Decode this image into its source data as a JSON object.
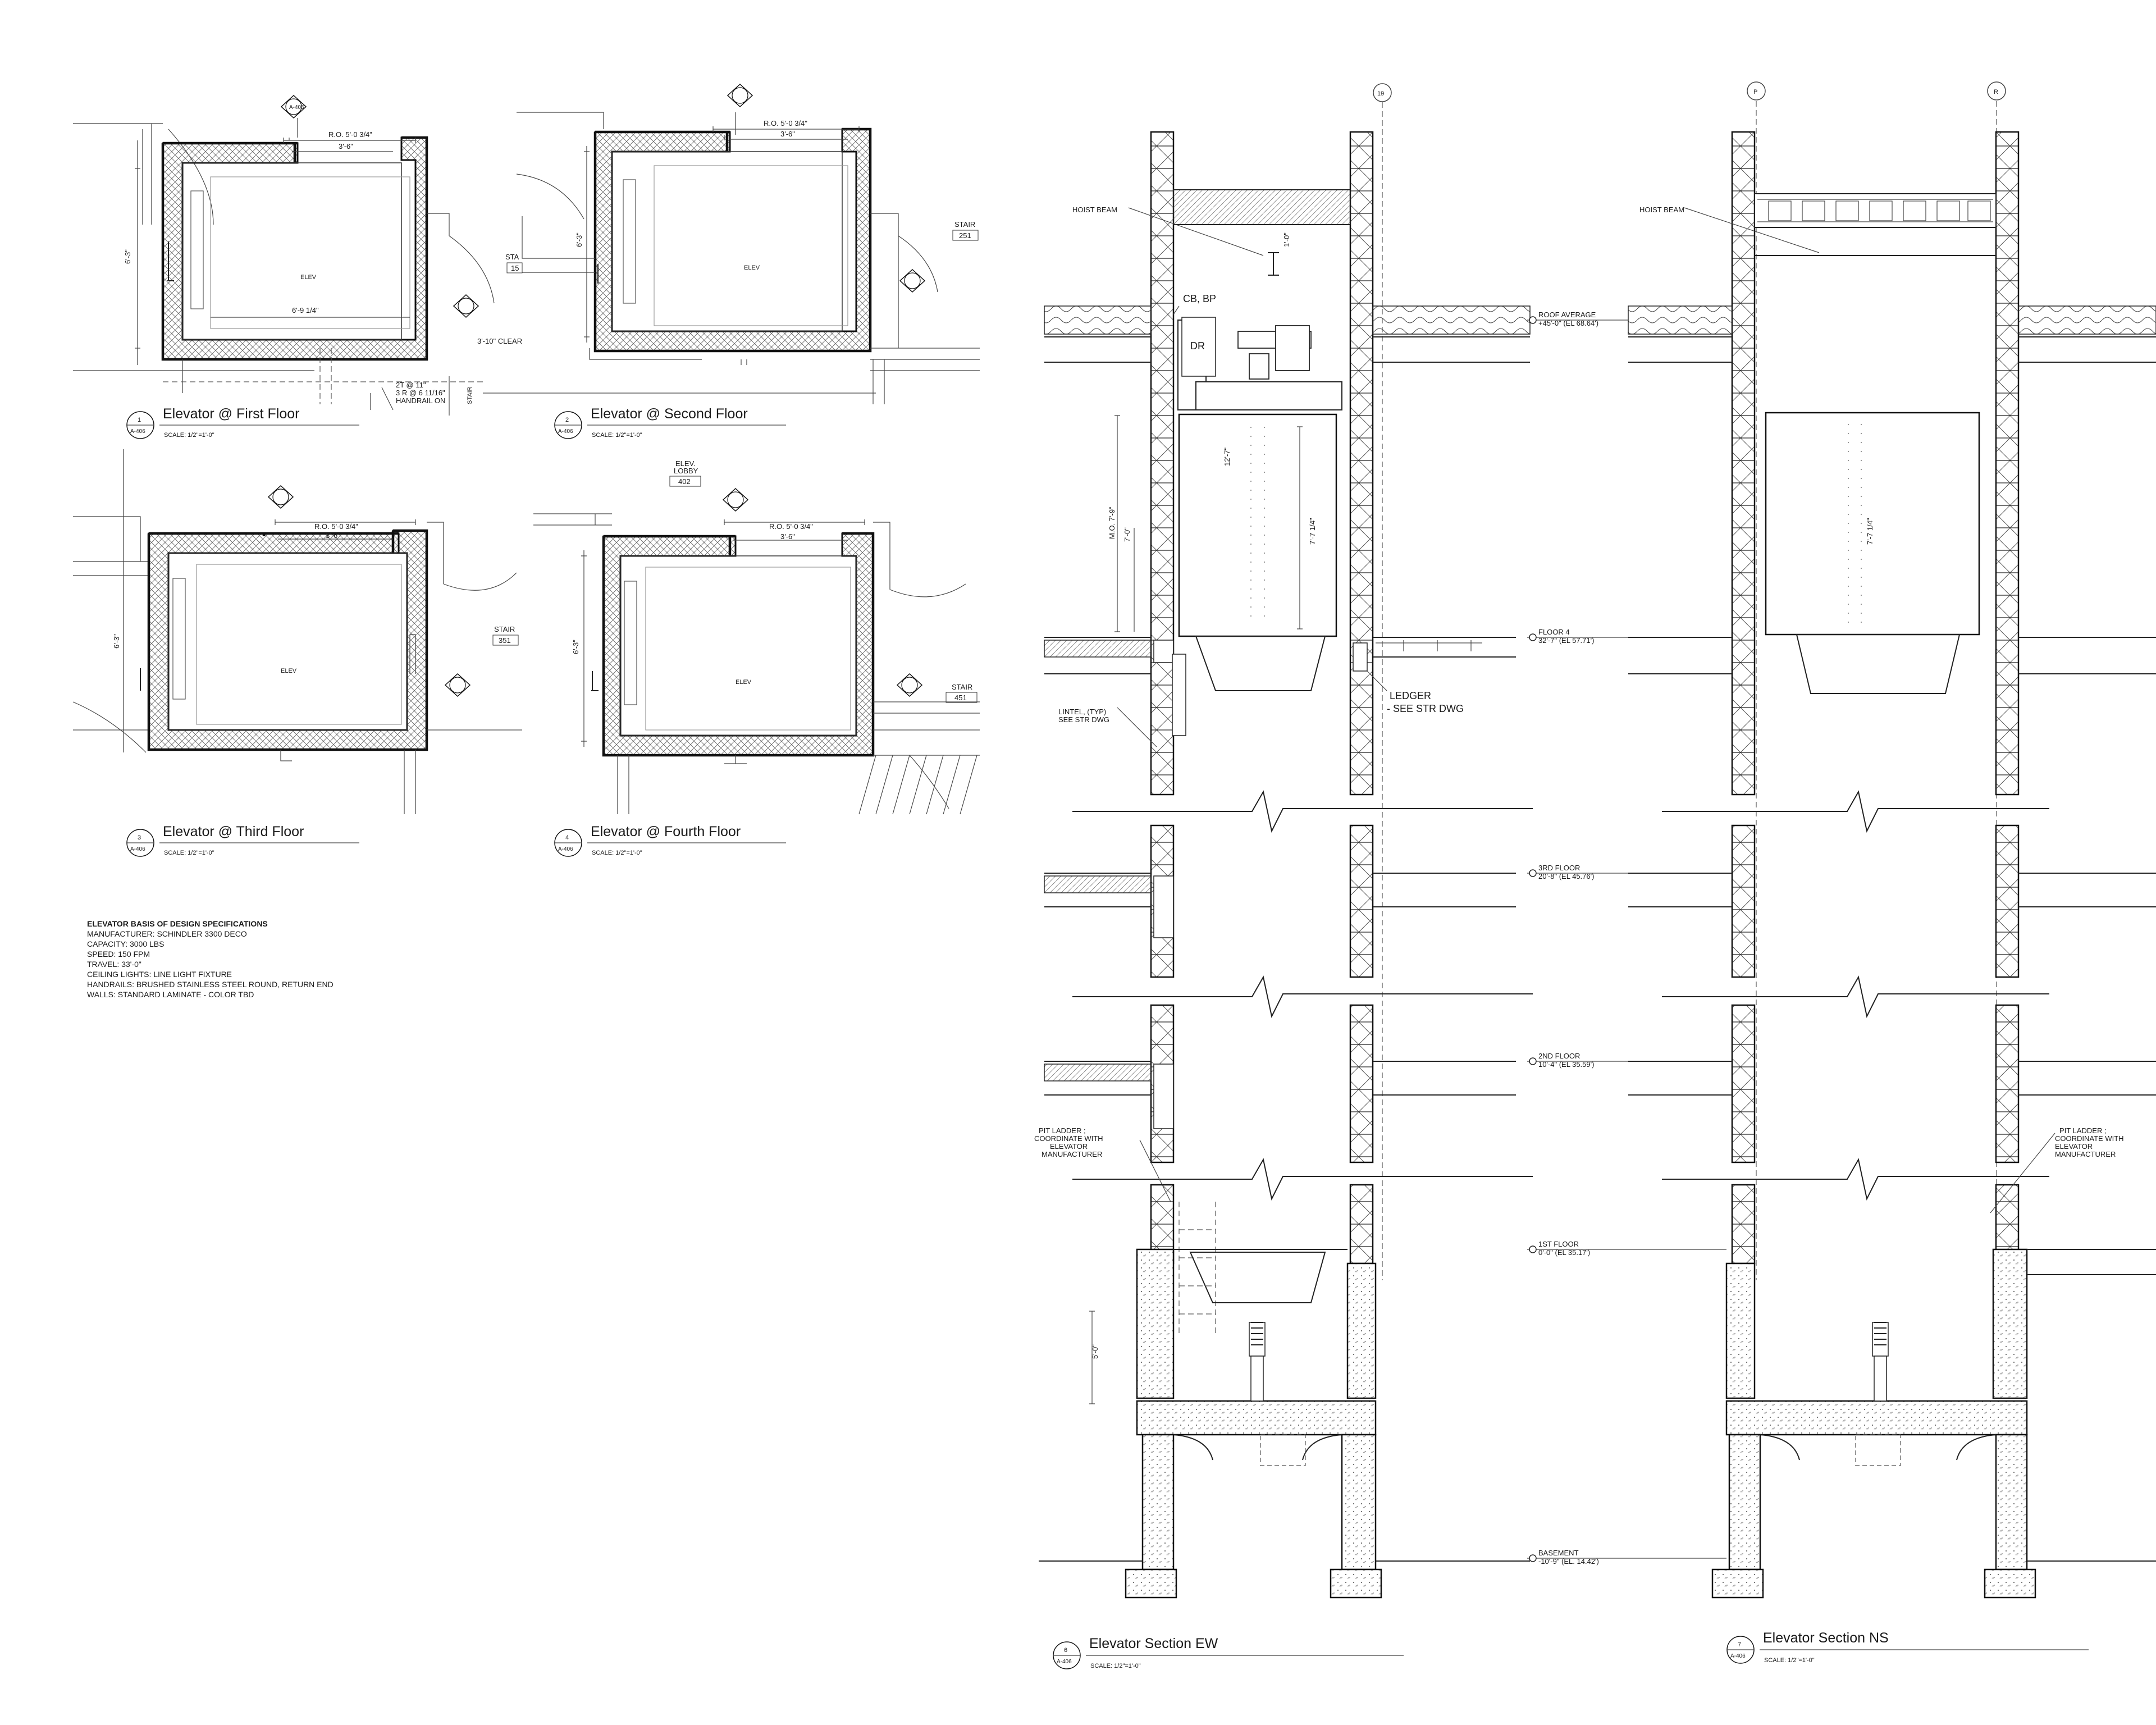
{
  "plans": [
    {
      "num": "1",
      "sheet": "A-406",
      "title": "Elevator @ First Floor",
      "scale": "SCALE: 1/2\"=1'-0\"",
      "room": "ELEV",
      "ro": "R.O. 5'-0 3/4\"",
      "door": "3'-6\"",
      "depth": "6'-3\""
    },
    {
      "num": "2",
      "sheet": "A-406",
      "title": "Elevator @ Second Floor",
      "scale": "SCALE: 1/2\"=1'-0\"",
      "room": "ELEV",
      "ro": "R.O. 5'-0 3/4\"",
      "door": "3'-6\"",
      "depth": "6'-3\""
    },
    {
      "num": "3",
      "sheet": "A-406",
      "title": "Elevator @ Third Floor",
      "scale": "SCALE: 1/2\"=1'-0\"",
      "room": "ELEV",
      "ro": "R.O. 5'-0 3/4\"",
      "door": "3'-6\"",
      "depth": "6'-3\""
    },
    {
      "num": "4",
      "sheet": "A-406",
      "title": "Elevator @ Fourth Floor",
      "scale": "SCALE: 1/2\"=1'-0\"",
      "room": "ELEV",
      "ro": "R.O. 5'-0 3/4\"",
      "door": "3'-6\"",
      "depth": "6'-3\""
    }
  ],
  "plan_notes": {
    "p1_width": "6'-9 1/4\"",
    "p1_clear": "3'-10\" CLEAR",
    "p1_stair1": "2T @ 11\"",
    "p1_stair2": "3 R @ 6 11/16\"",
    "p1_stair3": "HANDRAIL ON",
    "p1_tag": "STAIR",
    "p2_stair_left": "STA",
    "p2_stair_left_num": "15",
    "p2_stair": "STAIR",
    "p2_stair_num": "251",
    "p3_stair": "STAIR",
    "p3_stair_num": "351",
    "p4_lobby1": "ELEV.",
    "p4_lobby2": "LOBBY",
    "p4_lobby_num": "402",
    "p4_stair": "STAIR",
    "p4_stair_num": "451"
  },
  "specs": {
    "heading": "ELEVATOR BASIS OF DESIGN SPECIFICATIONS",
    "lines": [
      "MANUFACTURER:  SCHINDLER 3300 DECO",
      "CAPACITY: 3000 LBS",
      "SPEED: 150 FPM",
      "TRAVEL: 33'-0\"",
      "CEILING LIGHTS: LINE LIGHT FIXTURE",
      "HANDRAILS: BRUSHED STAINLESS STEEL ROUND, RETURN END",
      "WALLS: STANDARD LAMINATE - COLOR TBD"
    ]
  },
  "section_ew": {
    "num": "6",
    "sheet": "A-406",
    "title": "Elevator Section EW",
    "scale": "SCALE: 1/2\"=1'-0\"",
    "grid": "19",
    "hoist": "HOIST BEAM",
    "hoist_dim": "1'-0\"",
    "cbbp": "CB, BP",
    "dr": "DR",
    "mo": "M.O. 7'-9\"",
    "mo_dim": "7'-0\"",
    "cab_dim": "12'-7\"",
    "cab_h": "7'-7 1/4\"",
    "lintel1": "LINTEL, (TYP)",
    "lintel2": "SEE STR DWG",
    "ledger1": "LEDGER",
    "ledger2": "- SEE STR DWG",
    "pit1": "PIT LADDER ;",
    "pit2": "COORDINATE WITH",
    "pit3": "ELEVATOR",
    "pit4": "MANUFACTURER",
    "pit_dim": "5'-0\""
  },
  "section_ns": {
    "num": "7",
    "sheet": "A-406",
    "title": "Elevator Section NS",
    "scale": "SCALE: 1/2\"=1'-0\"",
    "grid_a": "P",
    "grid_b": "R",
    "hoist": "HOIST BEAM",
    "cab_h": "7'-7 1/4\"",
    "pit1": "PIT LADDER ;",
    "pit2": "COORDINATE WITH",
    "pit3": "ELEVATOR",
    "pit4": "MANUFACTURER"
  },
  "levels": [
    {
      "name": "ROOF AVERAGE",
      "elev": "+45'-0\" (EL 68.64')"
    },
    {
      "name": "FLOOR 4",
      "elev": "32'-7\" (EL 57.71')"
    },
    {
      "name": "3RD FLOOR",
      "elev": "20'-8\" (EL 45.76')"
    },
    {
      "name": "2ND FLOOR",
      "elev": "10'-4\" (EL 35.59')"
    },
    {
      "name": "1ST FLOOR",
      "elev": "0'-0\" (EL 35.17')"
    },
    {
      "name": "BASEMENT",
      "elev": "-10'-9\" (EL. 14.42')"
    }
  ],
  "colors": {
    "ink": "#111111",
    "paper": "#ffffff"
  }
}
